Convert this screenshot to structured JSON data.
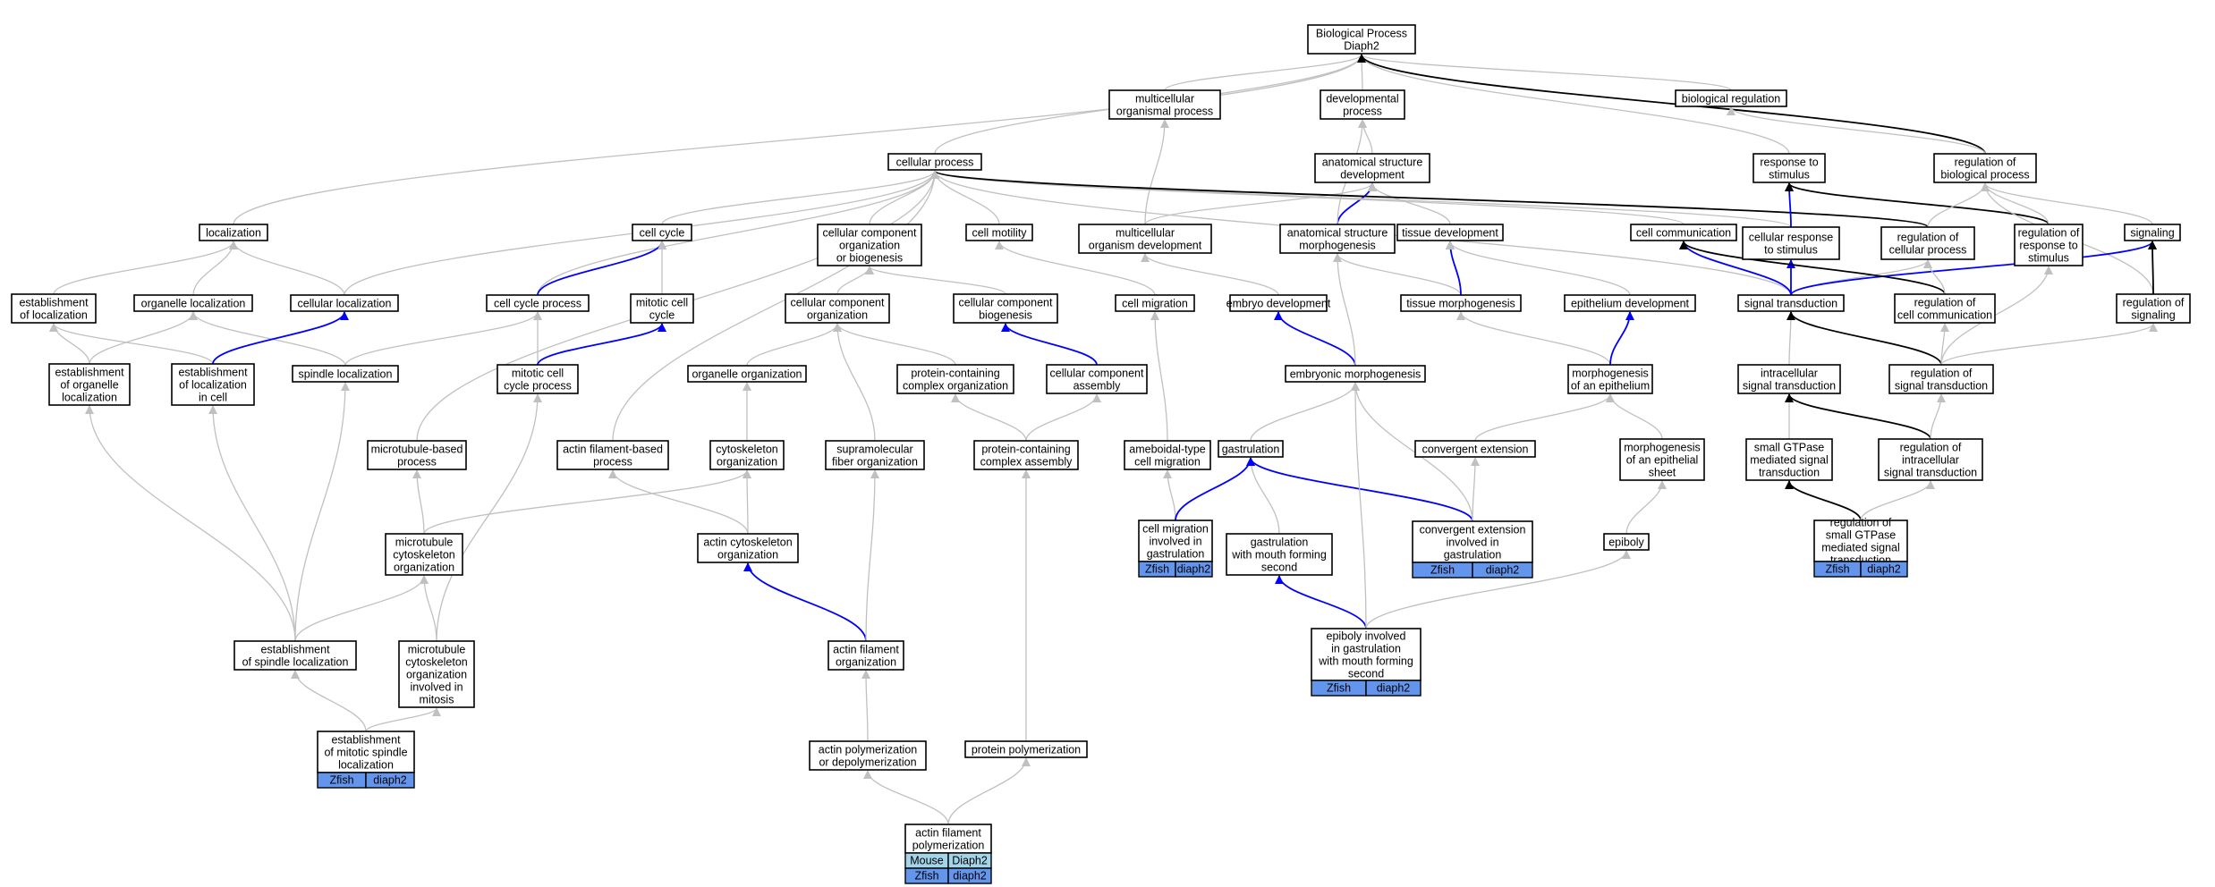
{
  "colors": {
    "grey_edge": "#c0c0c0",
    "blue_edge": "#0000ff",
    "black_edge": "#000000",
    "zfish_tag": "#6495ed",
    "mouse_tag": "#a4d4e8"
  },
  "nodes": {
    "root": [
      "Biological Process",
      "Diaph2"
    ],
    "multicellular_organismal": [
      "multicellular",
      "organismal process"
    ],
    "developmental_process": [
      "developmental",
      "process"
    ],
    "biological_regulation": [
      "biological regulation"
    ],
    "cellular_process": [
      "cellular process"
    ],
    "anatomical_structure_development": [
      "anatomical structure",
      "development"
    ],
    "response_to_stimulus": [
      "response to",
      "stimulus"
    ],
    "regulation_of_biological_process": [
      "regulation of",
      "biological process"
    ],
    "localization": [
      "localization"
    ],
    "cell_cycle": [
      "cell cycle"
    ],
    "cellular_component_organization_or_biogenesis": [
      "cellular component",
      "organization",
      "or biogenesis"
    ],
    "cell_motility": [
      "cell motility"
    ],
    "multicellular_organism_development": [
      "multicellular",
      "organism development"
    ],
    "anatomical_structure_morphogenesis": [
      "anatomical structure",
      "morphogenesis"
    ],
    "tissue_development": [
      "tissue development"
    ],
    "cell_communication": [
      "cell communication"
    ],
    "cellular_response_to_stimulus": [
      "cellular response",
      "to stimulus"
    ],
    "regulation_of_cellular_process": [
      "regulation of",
      "cellular process"
    ],
    "regulation_of_response_to_stimulus": [
      "regulation of",
      "response to",
      "stimulus"
    ],
    "signaling": [
      "signaling"
    ],
    "establishment_of_localization": [
      "establishment",
      "of localization"
    ],
    "organelle_localization": [
      "organelle localization"
    ],
    "cellular_localization": [
      "cellular localization"
    ],
    "cell_cycle_process": [
      "cell cycle process"
    ],
    "mitotic_cell_cycle": [
      "mitotic cell",
      "cycle"
    ],
    "cellular_component_organization": [
      "cellular component",
      "organization"
    ],
    "cellular_component_biogenesis": [
      "cellular component",
      "biogenesis"
    ],
    "cell_migration": [
      "cell migration"
    ],
    "embryo_development": [
      "embryo development"
    ],
    "tissue_morphogenesis": [
      "tissue morphogenesis"
    ],
    "epithelium_development": [
      "epithelium development"
    ],
    "signal_transduction": [
      "signal transduction"
    ],
    "regulation_of_cell_communication": [
      "regulation of",
      "cell communication"
    ],
    "regulation_of_signaling": [
      "regulation of",
      "signaling"
    ],
    "establishment_of_organelle_localization": [
      "establishment",
      "of organelle",
      "localization"
    ],
    "establishment_of_localization_in_cell": [
      "establishment",
      "of localization",
      "in cell"
    ],
    "spindle_localization": [
      "spindle localization"
    ],
    "mitotic_cell_cycle_process": [
      "mitotic cell",
      "cycle process"
    ],
    "organelle_organization": [
      "organelle organization"
    ],
    "protein_containing_complex_organization": [
      "protein-containing",
      "complex organization"
    ],
    "cellular_component_assembly": [
      "cellular component",
      "assembly"
    ],
    "embryonic_morphogenesis": [
      "embryonic morphogenesis"
    ],
    "morphogenesis_of_an_epithelium": [
      "morphogenesis",
      "of an epithelium"
    ],
    "intracellular_signal_transduction": [
      "intracellular",
      "signal transduction"
    ],
    "regulation_of_signal_transduction": [
      "regulation of",
      "signal transduction"
    ],
    "microtubule_based_process": [
      "microtubule-based",
      "process"
    ],
    "actin_filament_based_process": [
      "actin filament-based",
      "process"
    ],
    "cytoskeleton_organization": [
      "cytoskeleton",
      "organization"
    ],
    "supramolecular_fiber_organization": [
      "supramolecular",
      "fiber organization"
    ],
    "protein_containing_complex_assembly": [
      "protein-containing",
      "complex assembly"
    ],
    "ameboidal_type_cell_migration": [
      "ameboidal-type",
      "cell migration"
    ],
    "gastrulation": [
      "gastrulation"
    ],
    "convergent_extension": [
      "convergent extension"
    ],
    "morphogenesis_of_an_epithelial_sheet": [
      "morphogenesis",
      "of an epithelial",
      "sheet"
    ],
    "small_gtpase_mediated_signal_transduction": [
      "small GTPase",
      "mediated signal",
      "transduction"
    ],
    "regulation_of_intracellular_signal_transduction": [
      "regulation of",
      "intracellular",
      "signal transduction"
    ],
    "microtubule_cytoskeleton_organization": [
      "microtubule",
      "cytoskeleton",
      "organization"
    ],
    "actin_cytoskeleton_organization": [
      "actin cytoskeleton",
      "organization"
    ],
    "cell_migration_involved_in_gastrulation": [
      "cell migration",
      "involved in",
      "gastrulation"
    ],
    "gastrulation_with_mouth_forming_second": [
      "gastrulation",
      "with mouth forming",
      "second"
    ],
    "convergent_extension_involved_in_gastrulation": [
      "convergent extension",
      "involved in",
      "gastrulation"
    ],
    "epiboly": [
      "epiboly"
    ],
    "regulation_of_small_gtpase_mediated_signal_transduction": [
      "regulation of",
      "small GTPase",
      "mediated signal",
      "transduction"
    ],
    "establishment_of_spindle_localization": [
      "establishment",
      "of spindle localization"
    ],
    "microtubule_cytoskeleton_organization_involved_in_mitosis": [
      "microtubule",
      "cytoskeleton",
      "organization",
      "involved in",
      "mitosis"
    ],
    "actin_filament_organization": [
      "actin filament",
      "organization"
    ],
    "epiboly_involved_in_gastrulation_with_mouth_forming_second": [
      "epiboly involved",
      "in gastrulation",
      "with mouth forming",
      "second"
    ],
    "establishment_of_mitotic_spindle_localization": [
      "establishment",
      "of mitotic spindle",
      "localization"
    ],
    "actin_polymerization_or_depolymerization": [
      "actin polymerization",
      "or depolymerization"
    ],
    "protein_polymerization": [
      "protein polymerization"
    ],
    "actin_filament_polymerization": [
      "actin filament",
      "polymerization"
    ]
  },
  "annotations": {
    "cell_migration_involved_in_gastrulation": [
      [
        "Zfish",
        "diaph2"
      ]
    ],
    "convergent_extension_involved_in_gastrulation": [
      [
        "Zfish",
        "diaph2"
      ]
    ],
    "regulation_of_small_gtpase_mediated_signal_transduction": [
      [
        "Zfish",
        "diaph2"
      ]
    ],
    "epiboly_involved_in_gastrulation_with_mouth_forming_second": [
      [
        "Zfish",
        "diaph2"
      ]
    ],
    "establishment_of_mitotic_spindle_localization": [
      [
        "Zfish",
        "diaph2"
      ]
    ],
    "actin_filament_polymerization": [
      [
        "Mouse",
        "Diaph2"
      ],
      [
        "Zfish",
        "diaph2"
      ]
    ]
  }
}
